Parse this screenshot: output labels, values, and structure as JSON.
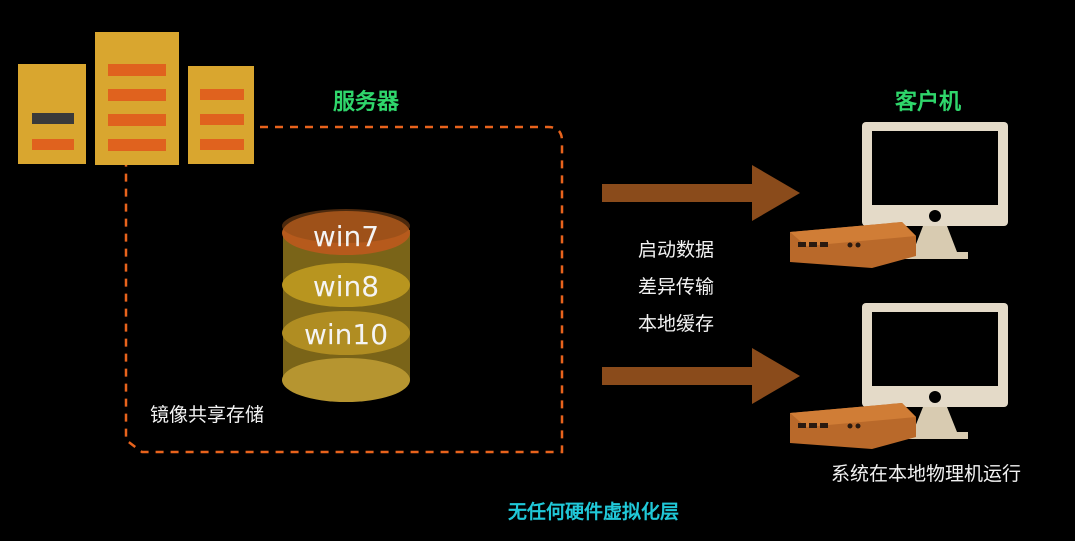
{
  "labels": {
    "server": "服务器",
    "client": "客户机",
    "storage": "镜像共享存储",
    "local_run": "系统在本地物理机运行",
    "no_virtualization": "无任何硬件虚拟化层"
  },
  "steps": [
    "启动数据",
    "差异传输",
    "本地缓存"
  ],
  "images": [
    "win7",
    "win8",
    "win10"
  ],
  "colors": {
    "accent_orange": "#e8631c",
    "server_gold": "#d9a62f",
    "arrow_brown": "#8a4b1b",
    "label_green": "#2fd66b",
    "label_cyan": "#20c8d8",
    "monitor_beige": "#e4dac8"
  }
}
